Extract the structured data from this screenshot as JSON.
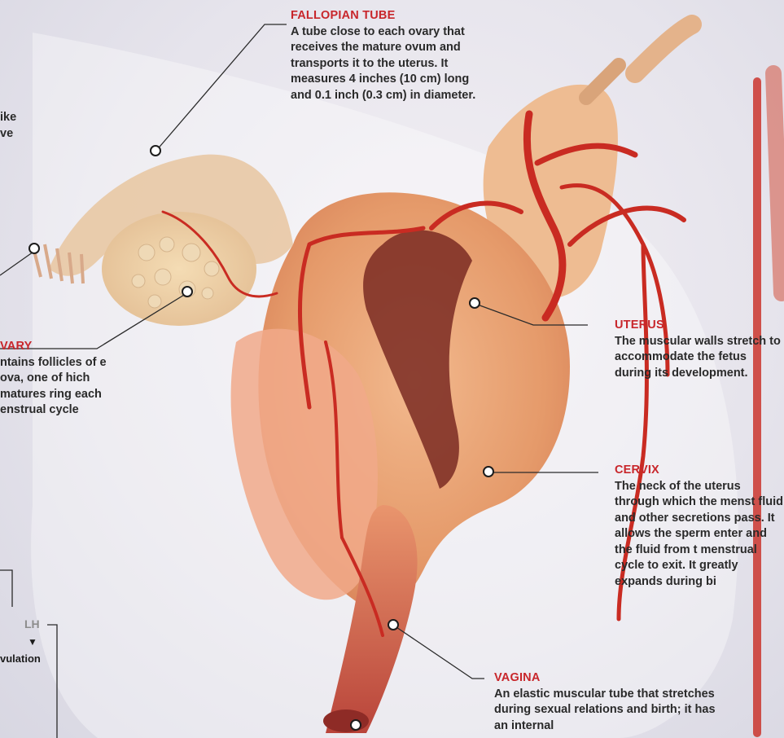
{
  "labels": {
    "fallopian": {
      "title": "FALLOPIAN TUBE",
      "text": "A tube close to each ovary that receives the mature ovum and transports it to the uterus. It measures 4 inches (10 cm) long and 0.1 inch (0.3 cm) in diameter."
    },
    "ovary": {
      "title": "VARY",
      "text": "ntains follicles of e ova, one of hich matures ring each enstrual cycle"
    },
    "uterus": {
      "title": "UTERUS",
      "text": "The muscular walls stretch to accommodate the fetus during its development."
    },
    "cervix": {
      "title": "CERVIX",
      "text": "The neck of the uterus through which the menst fluid and other secretions pass. It allows the sperm enter and the fluid from t menstrual cycle to exit. It greatly expands during bi"
    },
    "vagina": {
      "title": "VAGINA",
      "text": "An elastic muscular tube that stretches during sexual relations and birth; it has an internal"
    },
    "fimbriae_partial": {
      "text": "ike ve"
    }
  },
  "hormone_chart": {
    "lh": "LH",
    "arrow": "▼",
    "ovulation": "vulation"
  },
  "colors": {
    "accent": "#c8262b",
    "text": "#2a2a2a",
    "artery": "#c92b22"
  }
}
